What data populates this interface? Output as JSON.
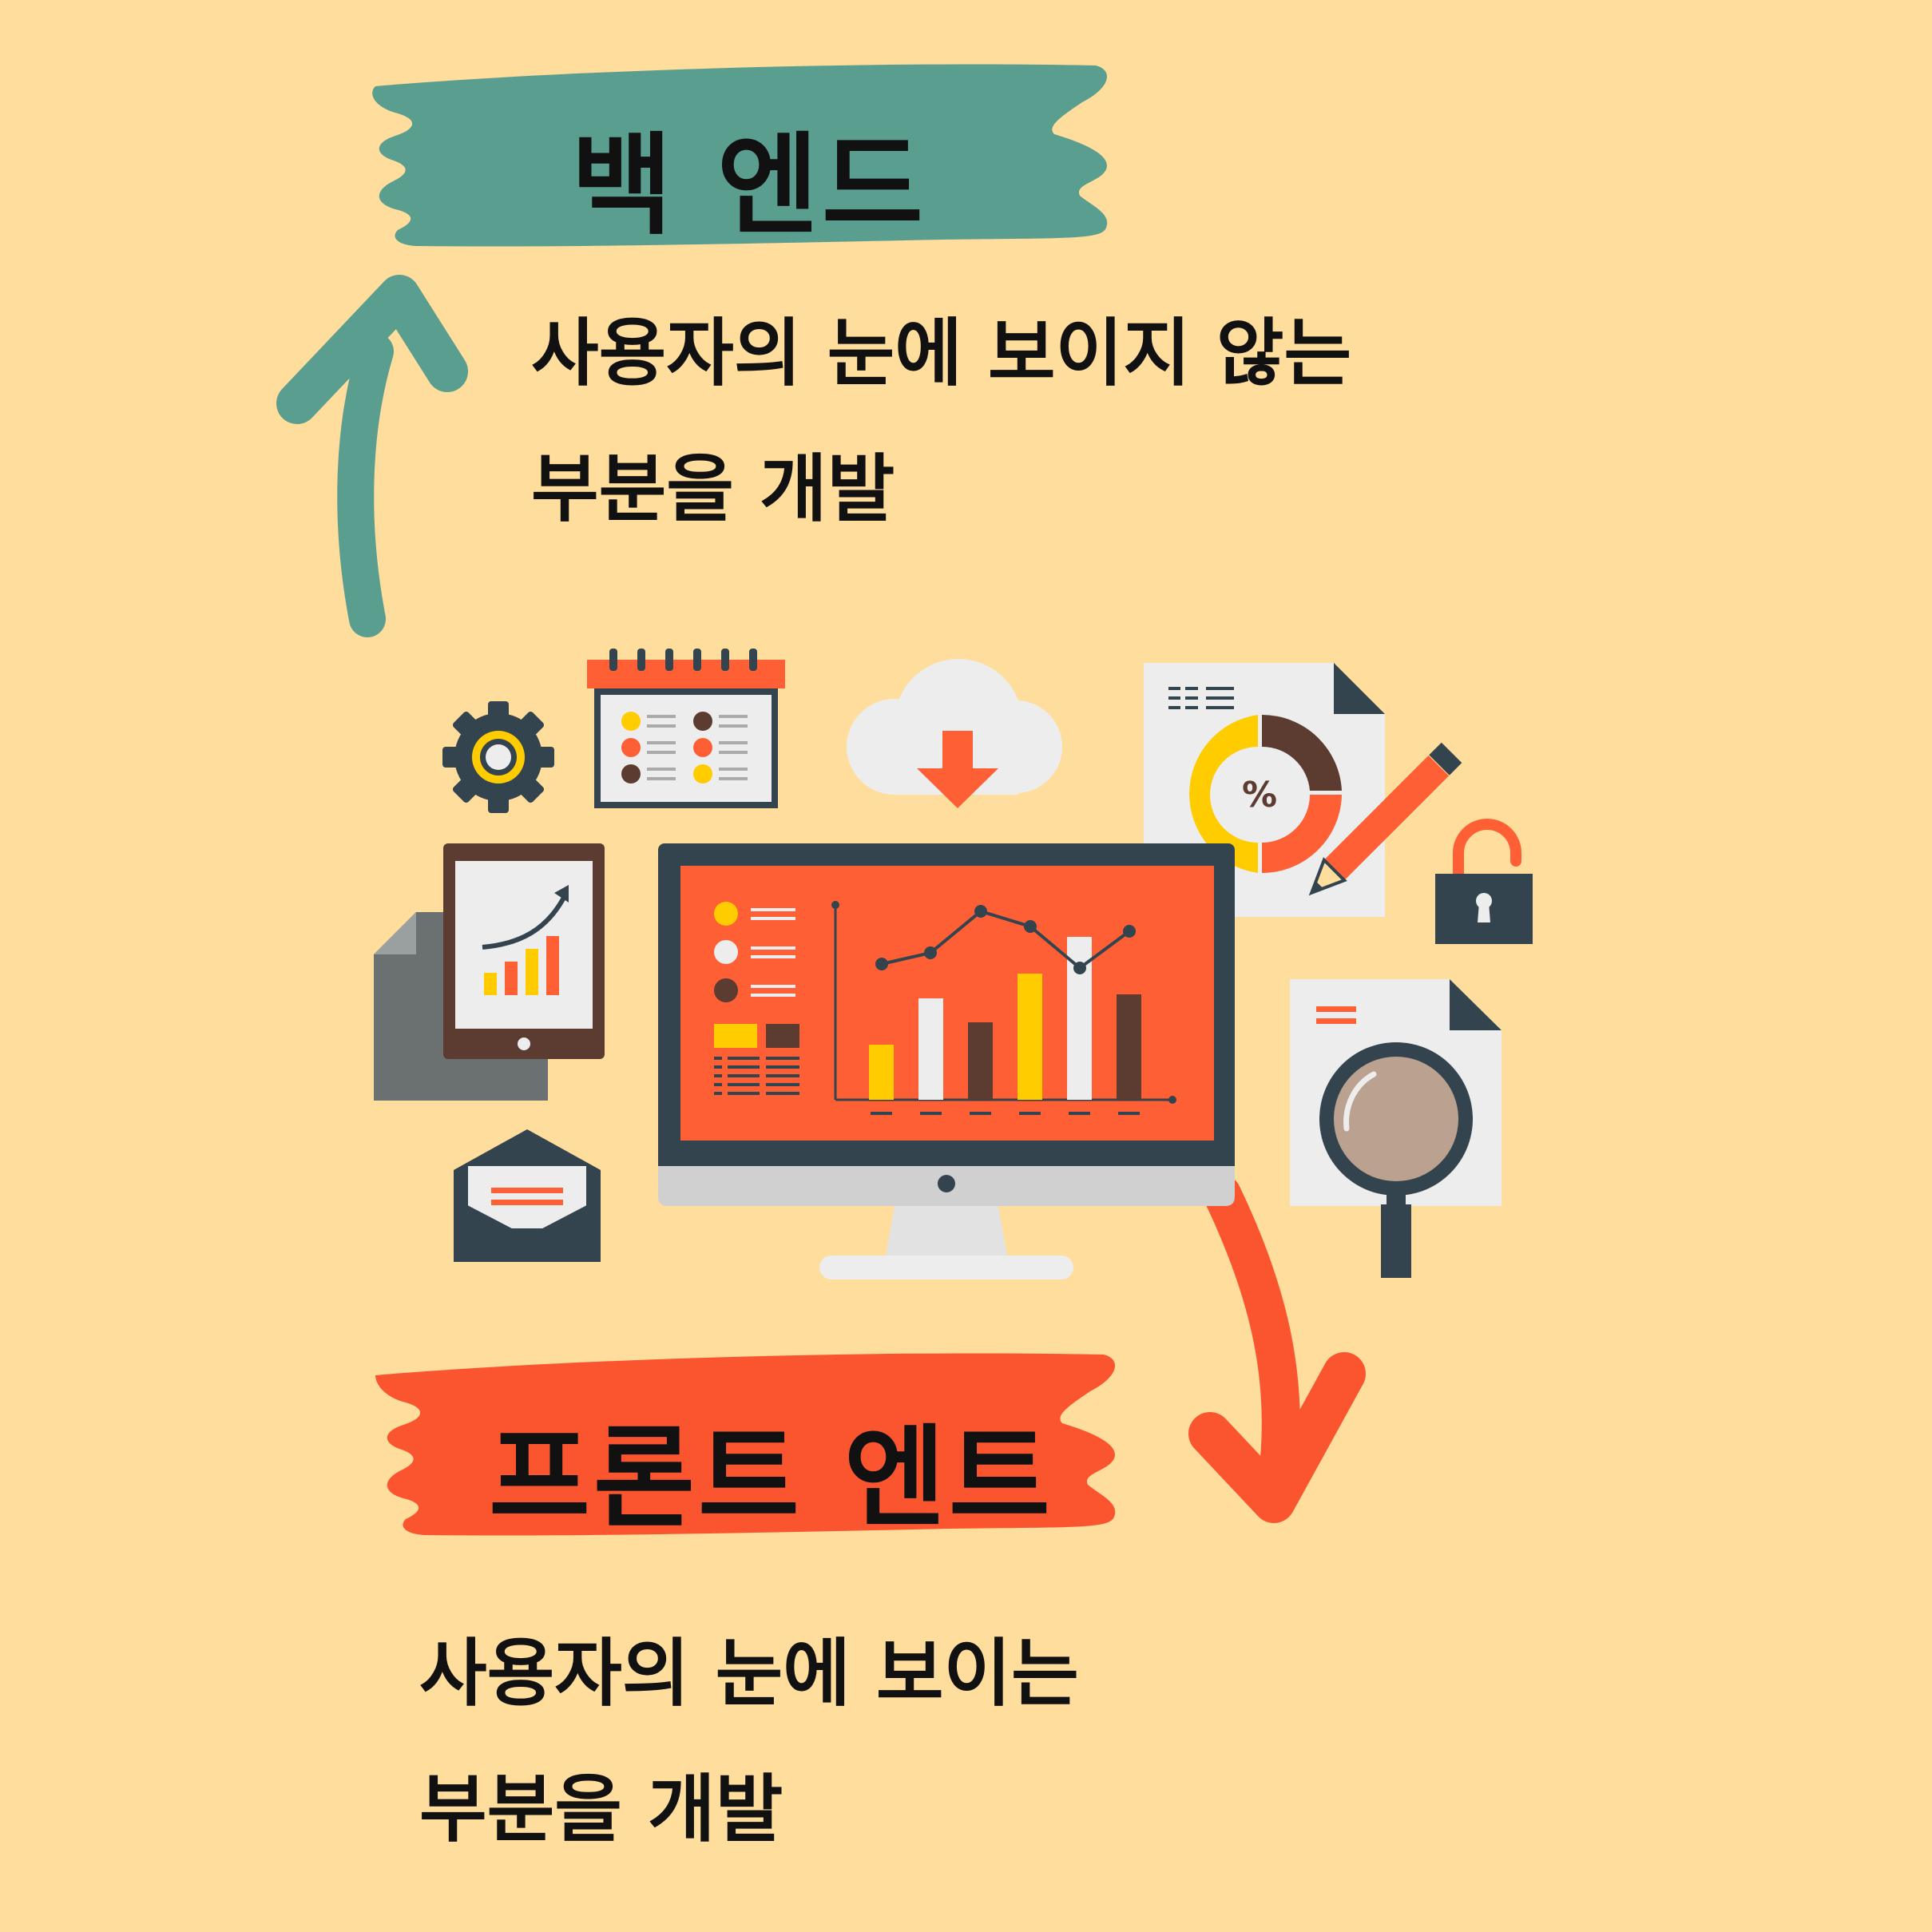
{
  "colors": {
    "background": "#ffdd9c",
    "backend_banner": "#5a9e90",
    "frontend_banner": "#fb552f",
    "monitor_screen": "#fe5f35",
    "dark": "#34444f",
    "yellow": "#ffcc00",
    "brown": "#5c3b31",
    "white": "#ededed"
  },
  "backend": {
    "title": "백 엔드",
    "description_line1": "사용자의 눈에 보이지 않는",
    "description_line2": "부분을 개발"
  },
  "frontend": {
    "title": "프론트 엔트",
    "description_line1": "사용자의 눈에 보이는",
    "description_line2": "부분을 개발"
  },
  "illustration": {
    "donut_label": "%",
    "icons": [
      "gear-icon",
      "calendar-icon",
      "cloud-download-icon",
      "report-document-icon",
      "pencil-icon",
      "padlock-icon",
      "tablet-icon",
      "monitor-icon",
      "envelope-icon",
      "magnifier-icon"
    ]
  }
}
